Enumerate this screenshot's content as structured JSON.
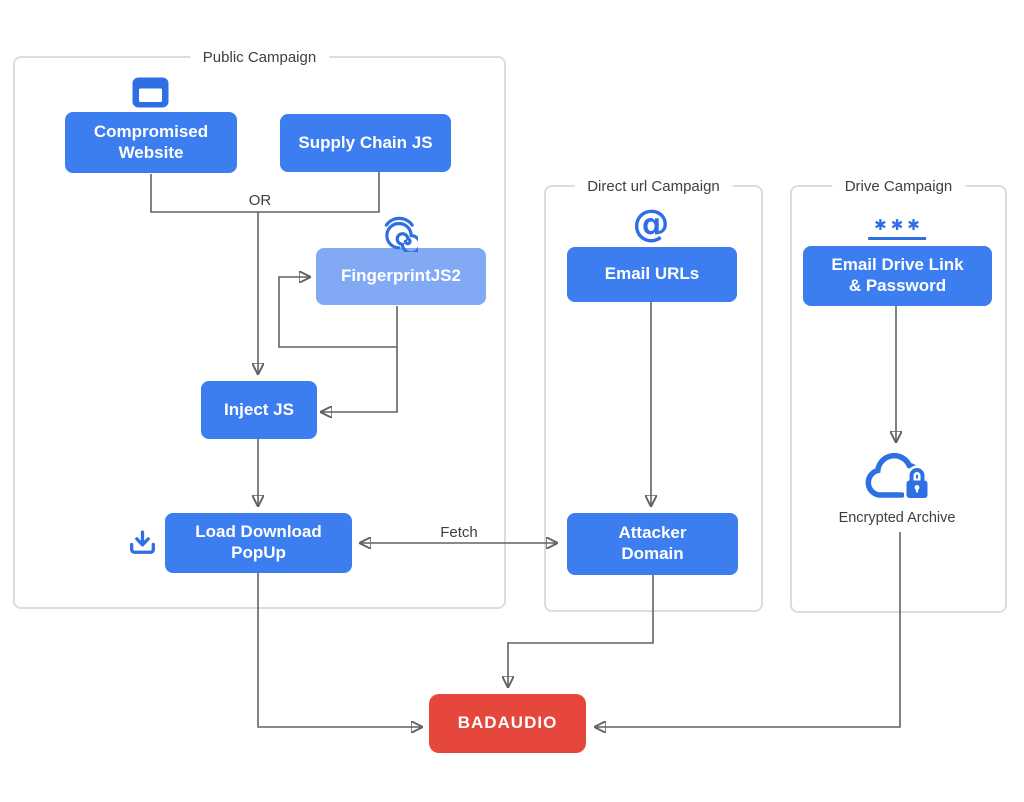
{
  "diagram": {
    "groups": {
      "public_campaign": {
        "title": "Public Campaign"
      },
      "direct_url_campaign": {
        "title": "Direct url Campaign"
      },
      "drive_campaign": {
        "title": "Drive Campaign"
      }
    },
    "nodes": {
      "compromised_website": {
        "lines": [
          "Compromised",
          "Website"
        ]
      },
      "supply_chain_js": {
        "lines": [
          "Supply Chain JS"
        ]
      },
      "fingerprintjs2": {
        "lines": [
          "FingerprintJS2"
        ]
      },
      "inject_js": {
        "lines": [
          "Inject JS"
        ]
      },
      "load_download_popup": {
        "lines": [
          "Load Download",
          "PopUp"
        ]
      },
      "email_urls": {
        "lines": [
          "Email URLs"
        ]
      },
      "attacker_domain": {
        "lines": [
          "Attacker",
          "Domain"
        ]
      },
      "email_drive_link_password": {
        "lines": [
          "Email Drive Link",
          "& Password"
        ]
      },
      "badaudio": {
        "lines": [
          "BADAUDIO"
        ]
      }
    },
    "annotations": {
      "or": "OR",
      "fetch": "Fetch",
      "encrypted_archive": "Encrypted Archive"
    },
    "icons": {
      "browser": "browser-window-icon",
      "fingerprint": "fingerprint-icon",
      "download": "download-tray-icon",
      "at_glyph": "@",
      "password_asterisks": "✱✱✱",
      "cloud_lock": "cloud-lock-icon"
    },
    "colors": {
      "node_blue": "#3C7DEF",
      "node_light_blue": "#82A9F3",
      "node_red": "#E5473D",
      "icon_blue": "#2F6FE4",
      "line_gray": "#5F6368",
      "container_border": "#DBDDE0",
      "label_text": "#3C4043"
    }
  }
}
